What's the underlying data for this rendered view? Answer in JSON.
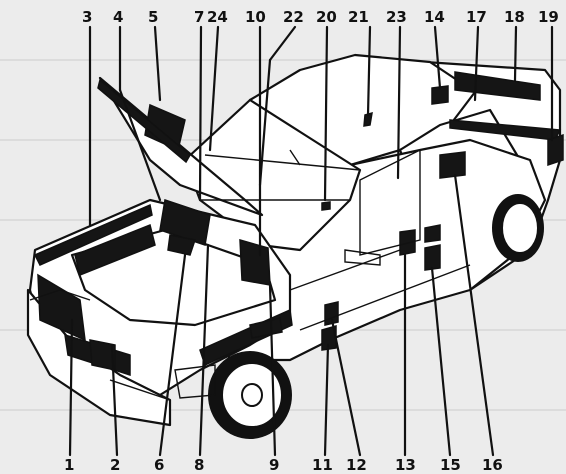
{
  "diagram": {
    "top_callouts": [
      "3",
      "4",
      "5",
      "7",
      "24",
      "10",
      "22",
      "20",
      "21",
      "23",
      "14",
      "17",
      "18",
      "19"
    ],
    "bottom_callouts": [
      "1",
      "2",
      "6",
      "8",
      "9",
      "11",
      "12",
      "13",
      "15",
      "16"
    ],
    "colors": {
      "ink": "#111111",
      "paper": "#ececec",
      "body": "#ffffff"
    }
  }
}
